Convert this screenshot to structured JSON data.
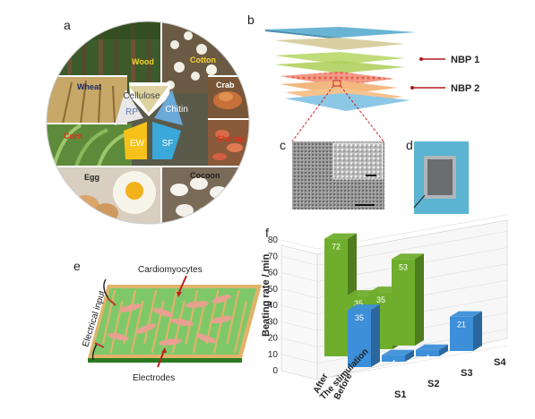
{
  "panels": {
    "a": {
      "letter": "a",
      "sources": [
        "Wood",
        "Cotton",
        "Wheat",
        "Crab",
        "Corn",
        "Shrimp",
        "Egg",
        "Cocoon"
      ],
      "materials": [
        "Cellulose",
        "Chitin",
        "SF",
        "EW",
        "RP"
      ]
    },
    "b": {
      "letter": "b",
      "labels": [
        "NBP 1",
        "NBP 2"
      ]
    },
    "c": {
      "letter": "c"
    },
    "d": {
      "letter": "d"
    },
    "e": {
      "letter": "e",
      "labels": [
        "Cardiomyocytes",
        "Electrical input",
        "Electrodes"
      ]
    },
    "f": {
      "letter": "f"
    }
  },
  "colors": {
    "cellulose": "#ded3a0",
    "chitin": "#6aa9d8",
    "sf": "#3aa8d8",
    "ew": "#f6c21a",
    "rp": "#e8e8e8",
    "bar_after": "#6fae2d",
    "bar_before": "#3c8fd8",
    "nbp_arrow": "#b01818"
  },
  "chart_data": {
    "type": "bar",
    "title": "",
    "ylabel": "Beating rate / min",
    "zlabel_lines": [
      "After",
      "Before",
      "The stimulation"
    ],
    "categories": [
      "S1",
      "S2",
      "S3",
      "S4"
    ],
    "yticks": [
      0,
      10,
      20,
      30,
      40,
      50,
      60,
      70,
      80
    ],
    "ylim": [
      0,
      80
    ],
    "series": [
      {
        "name": "After",
        "values": [
          72,
          35,
          35,
          53
        ]
      },
      {
        "name": "Before",
        "values": [
          35,
          4,
          4,
          21
        ]
      }
    ]
  }
}
